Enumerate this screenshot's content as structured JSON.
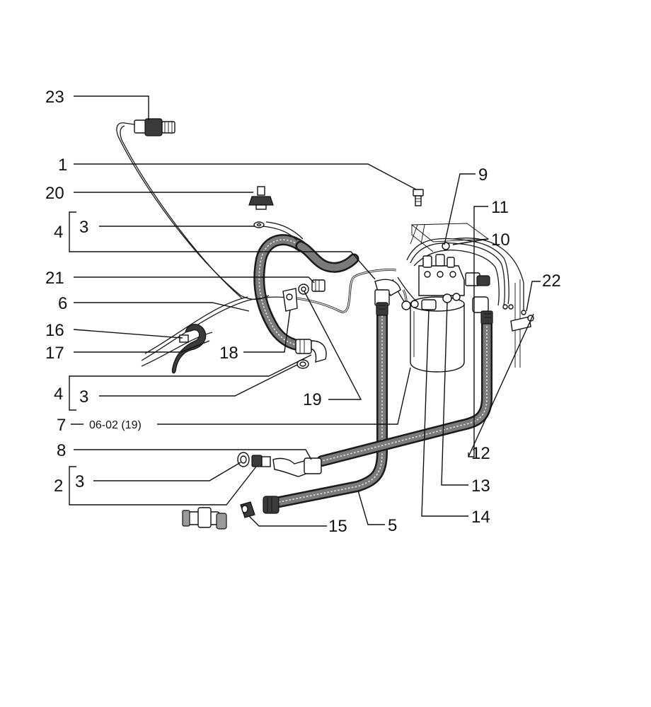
{
  "callouts": {
    "c23": "23",
    "c1": "1",
    "c20": "20",
    "c4a": "4",
    "c3a": "3",
    "c21": "21",
    "c6": "6",
    "c16": "16",
    "c17": "17",
    "c18": "18",
    "c4b": "4",
    "c3b": "3",
    "c19": "19",
    "c7": "7",
    "c7ref": "06-02 (19)",
    "c8": "8",
    "c2": "2",
    "c3c": "3",
    "c15": "15",
    "c5": "5",
    "c14": "14",
    "c13": "13",
    "c12": "12",
    "c9": "9",
    "c11": "11",
    "c10": "10",
    "c22": "22"
  },
  "colors": {
    "line": "#111111",
    "hose": "#1a1a1a",
    "hose_core": "#7a7a7a",
    "background": "#ffffff"
  }
}
